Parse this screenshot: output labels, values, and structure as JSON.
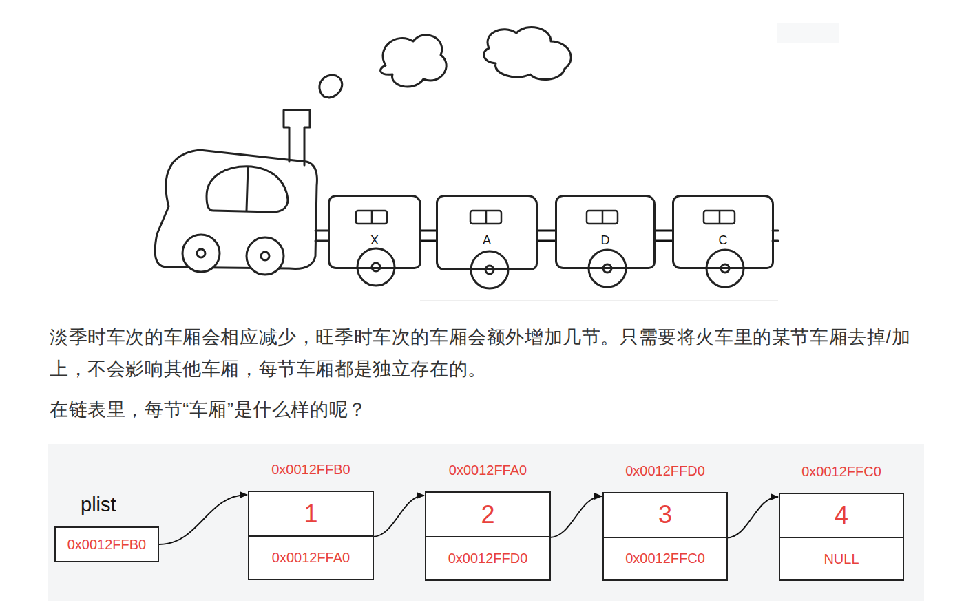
{
  "diagram": {
    "nodes": [
      {
        "text": [
          "X"
        ]
      },
      {
        "text": [
          "A"
        ]
      },
      {
        "text": [
          "D"
        ]
      },
      {
        "text": [
          "C"
        ]
      },
      {
        "text": [
          "plist",
          "0x0012FFB0"
        ]
      },
      {
        "text": [
          "0x0012FFB0"
        ]
      },
      {
        "text": [
          "1"
        ],
        "in": 5
      },
      {
        "text": [
          "0x0012FFA0"
        ],
        "in": 5
      },
      {
        "text": [
          "0x0012FFA0"
        ]
      },
      {
        "text": [
          "2"
        ],
        "in": 8
      },
      {
        "text": [
          "0x0012FFD0"
        ],
        "in": 8
      },
      {
        "text": [
          "0x0012FFD0"
        ]
      },
      {
        "text": [
          "3"
        ],
        "in": 11
      },
      {
        "text": [
          "0x0012FFC0"
        ],
        "in": 11
      },
      {
        "text": [
          "0x0012FFC0"
        ]
      },
      {
        "text": [
          "4"
        ],
        "in": 14
      },
      {
        "text": [
          "NULL"
        ],
        "in": 14
      }
    ],
    "edges": [
      {
        "from": 0,
        "to": 1,
        "arrow": "none"
      },
      {
        "from": 1,
        "to": 2,
        "arrow": "none"
      },
      {
        "from": 2,
        "to": 3,
        "arrow": "none"
      },
      {
        "from": 4,
        "to": 5,
        "arrow": "to"
      },
      {
        "from": 7,
        "to": 8,
        "arrow": "to"
      },
      {
        "from": 10,
        "to": 11,
        "arrow": "to"
      },
      {
        "from": 13,
        "to": 14,
        "arrow": "to"
      }
    ],
    "labels": [
      "淡季时车次的车厢会相应减少，旺季时车次的车厢会额外增加几节。只需要将火车里的某节车厢去掉/加上，不会影响其他车厢，每节车厢都是独立存在的。",
      "在链表里，每节“车厢”是什么样的呢？"
    ]
  }
}
